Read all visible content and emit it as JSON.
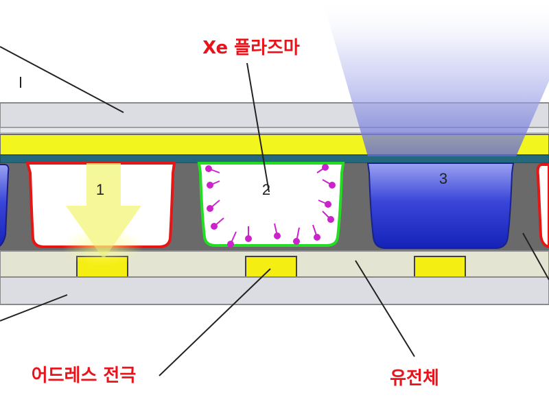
{
  "labels": {
    "plasma": "Xe 플라즈마",
    "address_electrode": "어드레스 전극",
    "dielectric": "유전체"
  },
  "cells": [
    {
      "number": "1"
    },
    {
      "number": "2"
    },
    {
      "number": "3"
    }
  ],
  "colors": {
    "label_text": "#e8141b",
    "glass_plate": "#dcdde2",
    "yellow_layer": "#f3f51e",
    "teal_layer": "#23687c",
    "barrier_rib": "#6a6a6a",
    "electrode": "#f5ee12",
    "dielectric_layer": "#e3e4d2",
    "cell1_phosphor": "#e41616",
    "cell2_phosphor": "#22dd22",
    "cell3_fill": "#2430c8",
    "ion": "#cc22cc"
  }
}
